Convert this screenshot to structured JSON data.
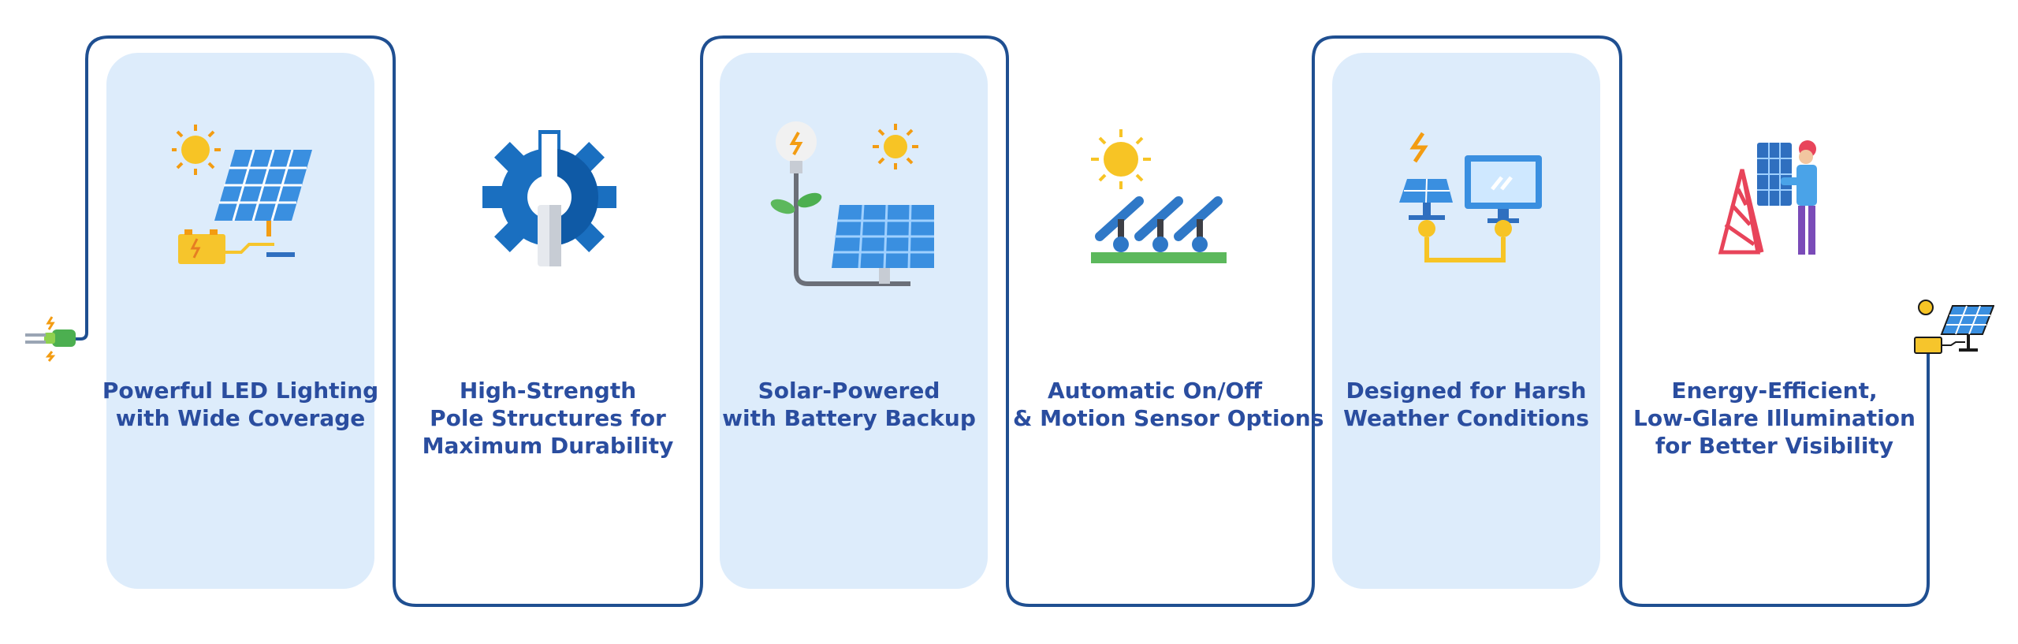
{
  "features": [
    {
      "lines": [
        "Powerful LED Lighting",
        "with Wide Coverage"
      ],
      "icon": "solar-panel-battery-icon"
    },
    {
      "lines": [
        "High-Strength",
        "Pole Structures for",
        "Maximum Durability"
      ],
      "icon": "gear-wrench-icon"
    },
    {
      "lines": [
        "Solar-Powered",
        "with Battery Backup"
      ],
      "icon": "bulb-solar-panel-icon"
    },
    {
      "lines": [
        "Automatic On/Off",
        "& Motion Sensor Options"
      ],
      "icon": "solar-array-icon"
    },
    {
      "lines": [
        "Designed for Harsh",
        "Weather Conditions"
      ],
      "icon": "solar-monitor-icon"
    },
    {
      "lines": [
        "Energy-Efficient,",
        "Low-Glare Illumination",
        "for Better Visibility"
      ],
      "icon": "solar-installer-icon"
    }
  ],
  "colors": {
    "accent": "#2a4d9f",
    "wire": "#1f4f91",
    "card": "#ddecfb",
    "panel": "#3a8fe0",
    "sun": "#f7c425",
    "battery": "#f6c52c"
  },
  "end_icons": {
    "start": "plug-icon",
    "end": "solar-panel-battery-icon"
  }
}
